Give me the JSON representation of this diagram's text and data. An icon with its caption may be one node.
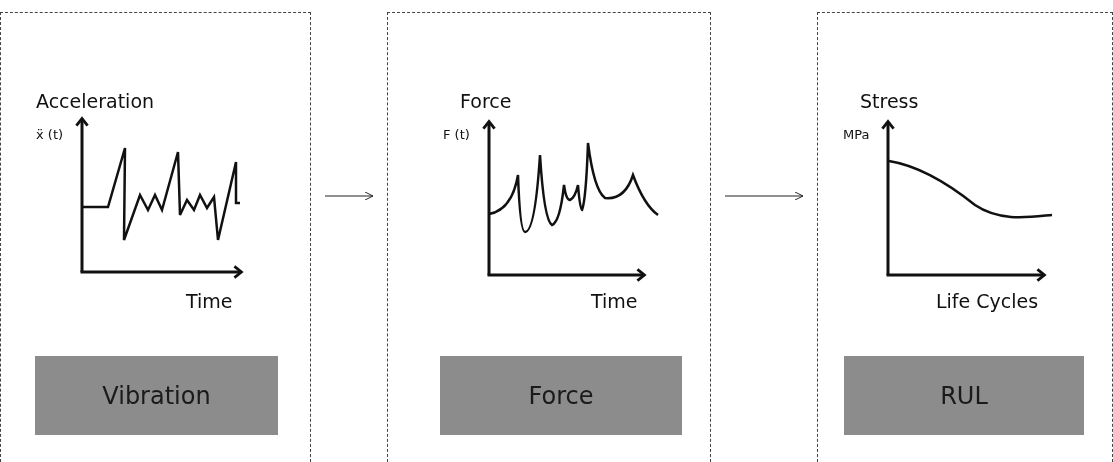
{
  "diagram": {
    "nodes": [
      {
        "text": [],
        "shape": "box"
      },
      {
        "text": [
          "Vibration"
        ],
        "in": 0
      },
      {
        "text": [],
        "shape": "box"
      },
      {
        "text": [
          "Force"
        ],
        "in": 2
      },
      {
        "text": [],
        "shape": "box"
      },
      {
        "text": [
          "RUL"
        ],
        "in": 4
      }
    ],
    "edges": [
      {
        "from": 0,
        "to": 2,
        "arrow": "to"
      },
      {
        "from": 2,
        "to": 4,
        "arrow": "to"
      }
    ],
    "labels": [
      "Acceleration",
      "ẍ (t)",
      "Time",
      "Force",
      "F (t)",
      "Time",
      "Stress",
      "MPa",
      "Life Cycles"
    ]
  }
}
